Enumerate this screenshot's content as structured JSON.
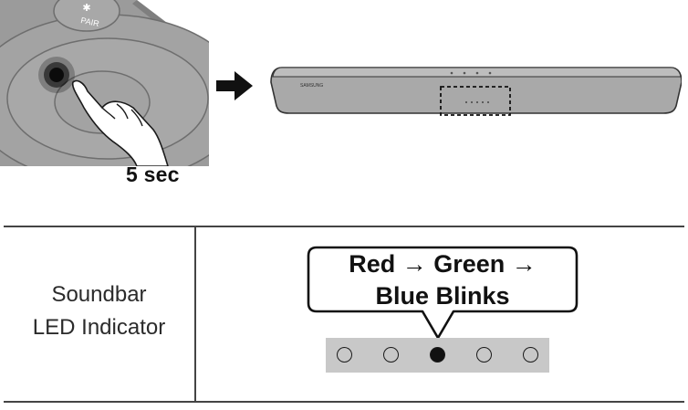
{
  "illustration": {
    "remote_button_label": "PAIR",
    "press_duration": "5 sec",
    "soundbar_brand": "SAMSUNG"
  },
  "table": {
    "row_label_line1": "Soundbar",
    "row_label_line2": "LED Indicator",
    "callout_line1": "Red → Green →",
    "callout_line2": "Blue Blinks",
    "led_states": [
      "off",
      "off",
      "on",
      "off",
      "off"
    ]
  },
  "colors": {
    "remote_body": "#9a9a9a",
    "soundbar_body": "#a9a9a9",
    "led_strip": "#c8c8c8"
  }
}
